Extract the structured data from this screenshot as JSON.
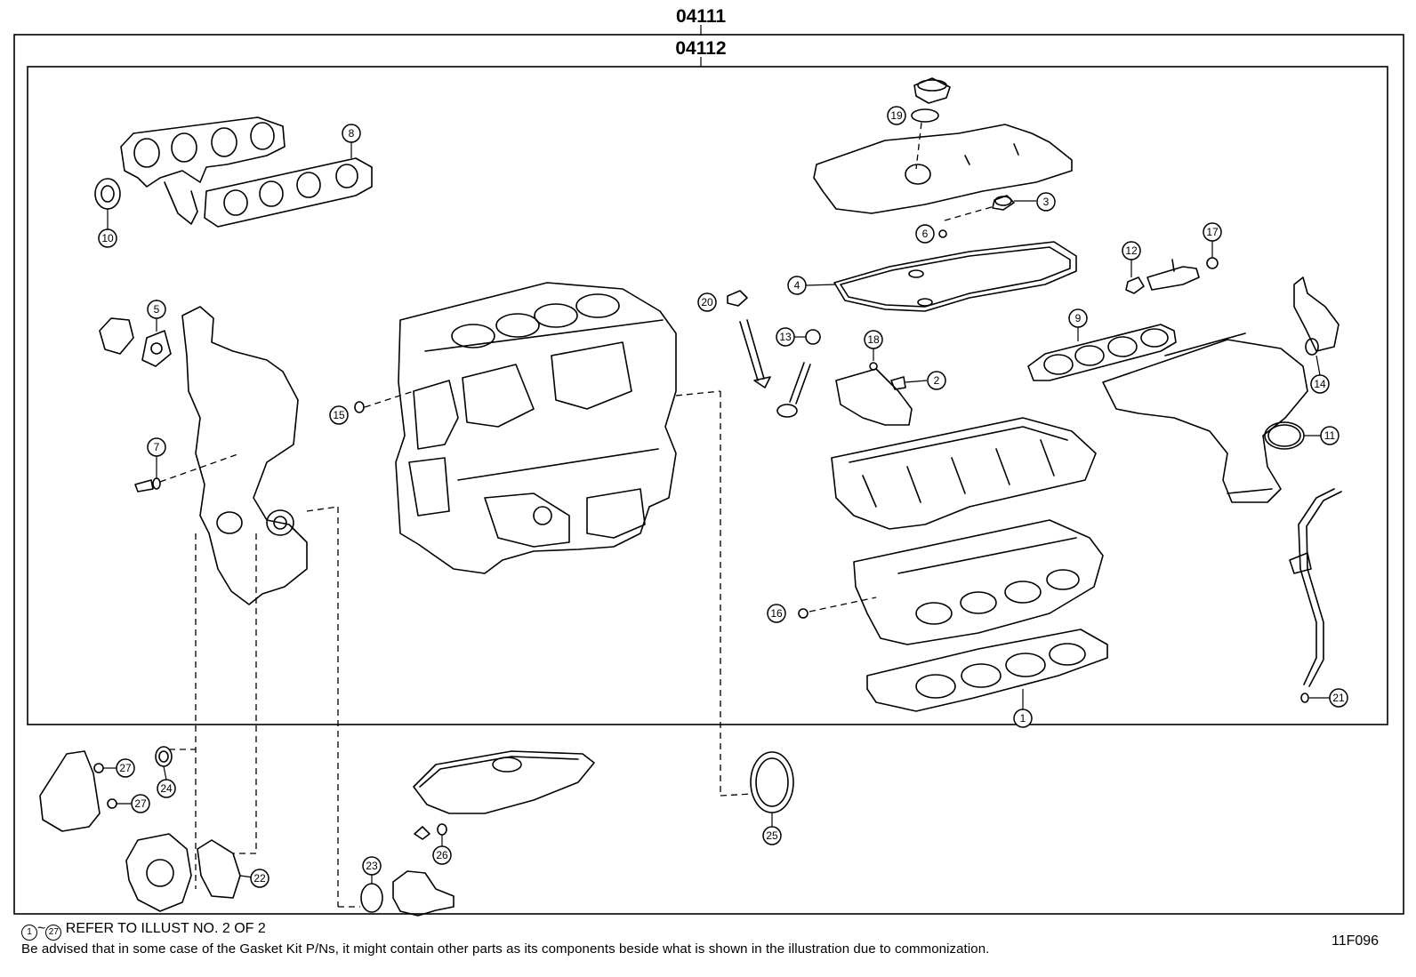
{
  "diagram": {
    "assy_outer_code": "04111",
    "assy_inner_code": "04112",
    "illustration_code": "11F096",
    "note_ref_from": "1",
    "note_ref_tilde": "~",
    "note_ref_to": "27",
    "note_ref_text": "REFER TO ILLUST NO. 2 OF 2",
    "disclaimer": "Be advised that in some case of the Gasket Kit P/Ns,  it might contain other parts as its components beside what is shown in the illustration due to commonization."
  },
  "callouts": [
    {
      "id": "c1",
      "label": "1"
    },
    {
      "id": "c2",
      "label": "2"
    },
    {
      "id": "c3",
      "label": "3"
    },
    {
      "id": "c4",
      "label": "4"
    },
    {
      "id": "c5",
      "label": "5"
    },
    {
      "id": "c6",
      "label": "6"
    },
    {
      "id": "c7",
      "label": "7"
    },
    {
      "id": "c8",
      "label": "8"
    },
    {
      "id": "c9",
      "label": "9"
    },
    {
      "id": "c10",
      "label": "10"
    },
    {
      "id": "c11",
      "label": "11"
    },
    {
      "id": "c12",
      "label": "12"
    },
    {
      "id": "c13",
      "label": "13"
    },
    {
      "id": "c14",
      "label": "14"
    },
    {
      "id": "c15",
      "label": "15"
    },
    {
      "id": "c16",
      "label": "16"
    },
    {
      "id": "c17",
      "label": "17"
    },
    {
      "id": "c18",
      "label": "18"
    },
    {
      "id": "c19",
      "label": "19"
    },
    {
      "id": "c20",
      "label": "20"
    },
    {
      "id": "c21",
      "label": "21"
    },
    {
      "id": "c22",
      "label": "22"
    },
    {
      "id": "c23",
      "label": "23"
    },
    {
      "id": "c24",
      "label": "24"
    },
    {
      "id": "c25",
      "label": "25"
    },
    {
      "id": "c26",
      "label": "26"
    },
    {
      "id": "c27a",
      "label": "27"
    },
    {
      "id": "c27b",
      "label": "27"
    }
  ]
}
